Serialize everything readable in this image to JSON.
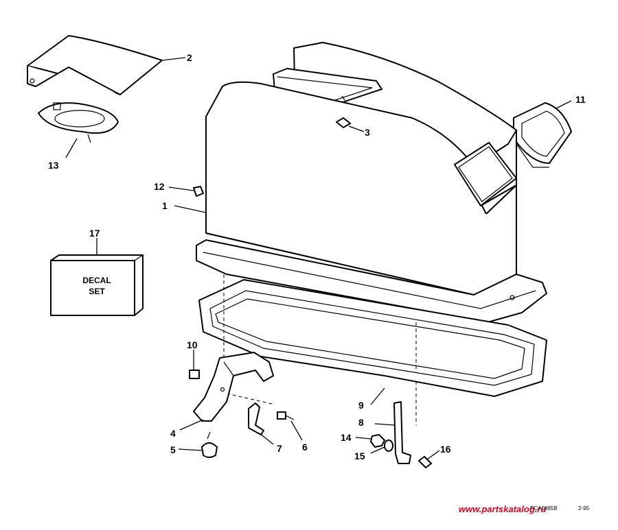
{
  "callouts": {
    "c1": "1",
    "c2": "2",
    "c3": "3",
    "c4": "4",
    "c5": "5",
    "c6": "6",
    "c7": "7",
    "c8": "8",
    "c9": "9",
    "c10": "10",
    "c11": "11",
    "c12": "12",
    "c13": "13",
    "c14": "14",
    "c15": "15",
    "c16": "16",
    "c17": "17"
  },
  "decal_box": {
    "line1": "DECAL",
    "line2": "SET"
  },
  "drawing_code": "PCA0865B",
  "drawing_date": "2-95",
  "watermark": "www.partskatalog.ru"
}
